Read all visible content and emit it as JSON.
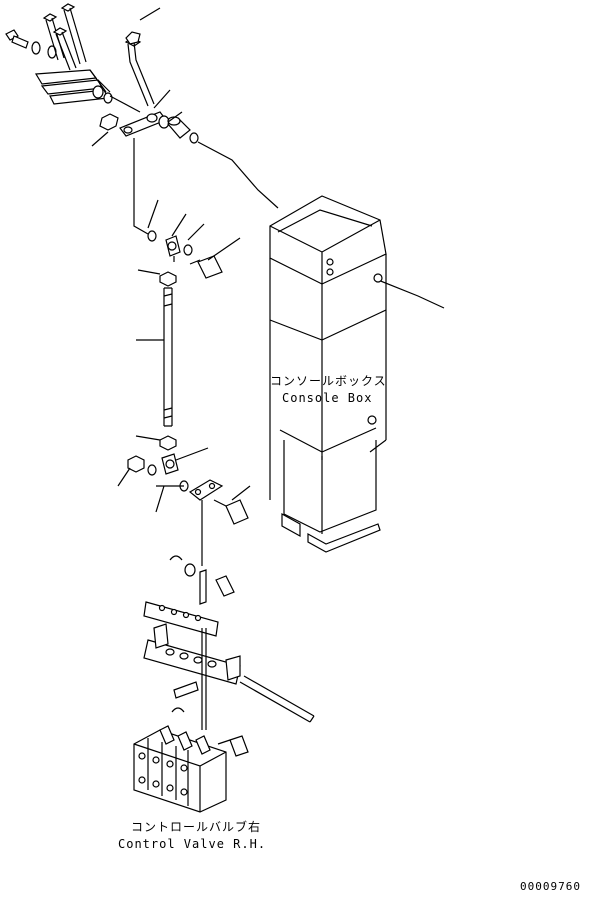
{
  "labels": {
    "console_box_jp": "コンソールボックス",
    "console_box_en": "Console Box",
    "control_valve_jp": "コントロールバルブ右",
    "control_valve_en": "Control Valve R.H.",
    "drawing_number": "00009760"
  }
}
